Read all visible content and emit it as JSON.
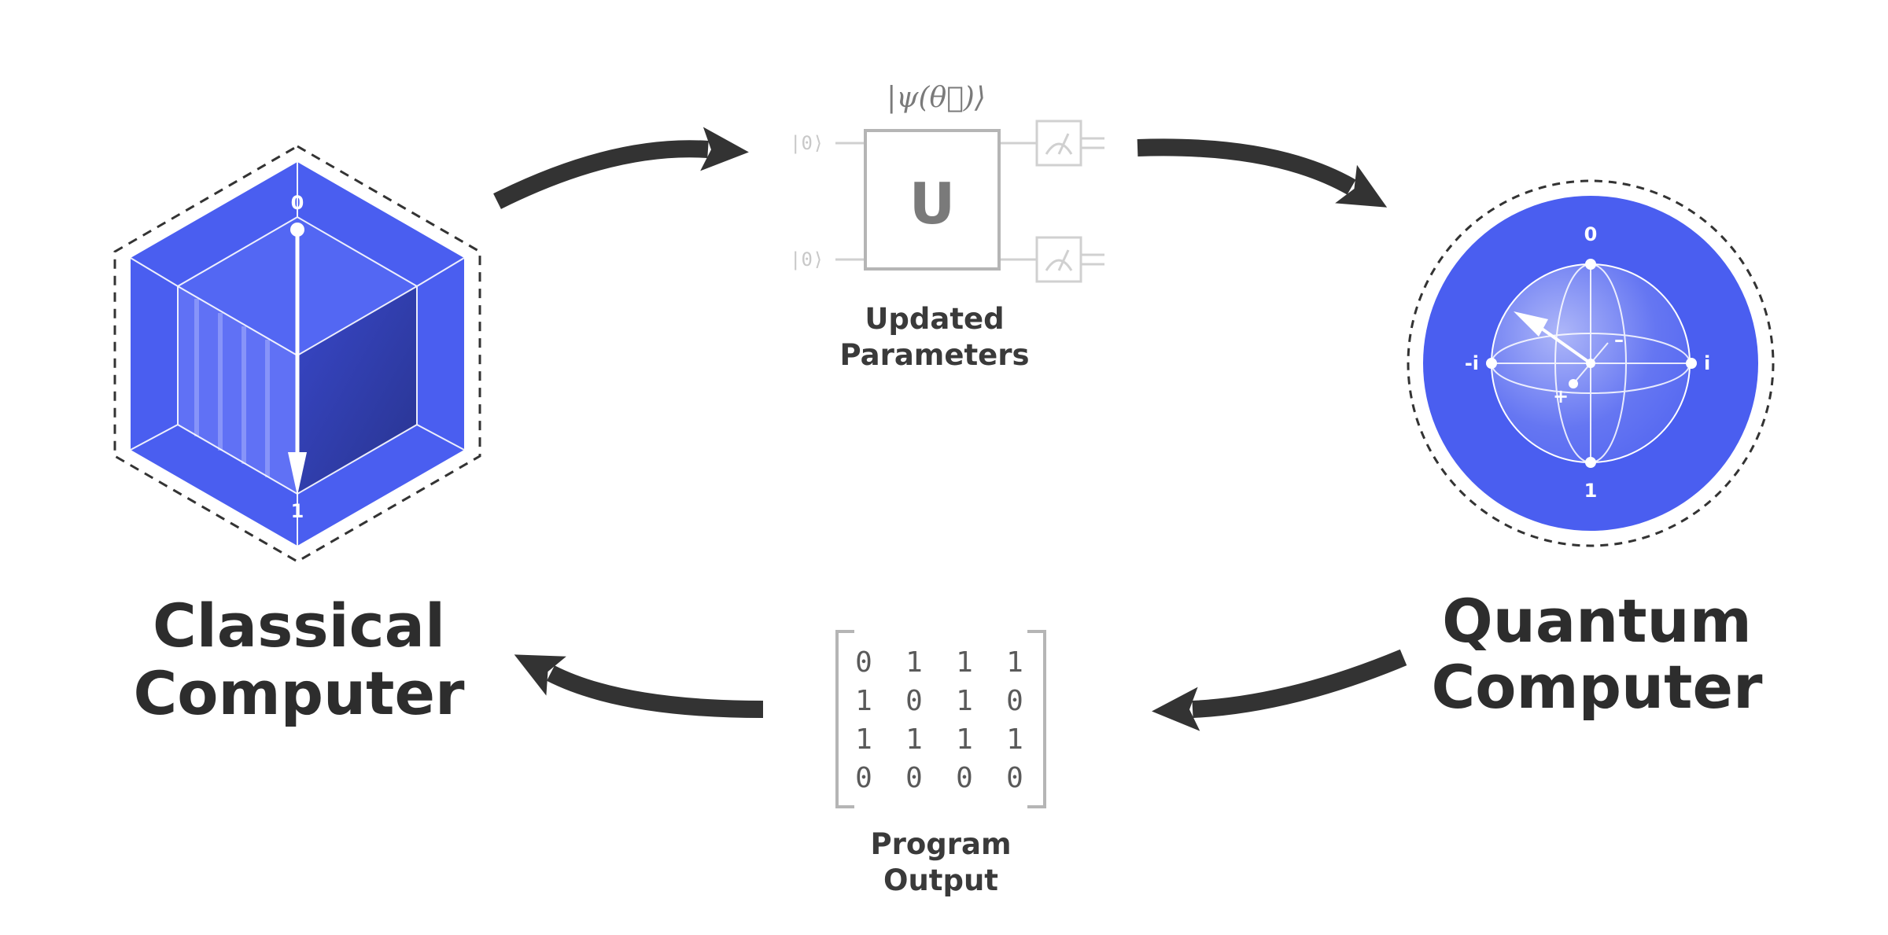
{
  "classical": {
    "title_line1": "Classical",
    "title_line2": "Computer",
    "top_label": "0",
    "bottom_label": "1"
  },
  "quantum": {
    "title_line1": "Quantum",
    "title_line2": "Computer",
    "label_top": "0",
    "label_bottom": "1",
    "label_left": "-i",
    "label_right": "i",
    "label_plus": "+",
    "label_minus": "–"
  },
  "circuit": {
    "state_label": "|ψ(θ⃗)⟩",
    "gate_label": "U",
    "input_ket_top": "|0⟩",
    "input_ket_bottom": "|0⟩",
    "caption_line1": "Updated",
    "caption_line2": "Parameters"
  },
  "output": {
    "matrix": [
      [
        "0",
        "1",
        "1",
        "1"
      ],
      [
        "1",
        "0",
        "1",
        "0"
      ],
      [
        "1",
        "1",
        "1",
        "1"
      ],
      [
        "0",
        "0",
        "0",
        "0"
      ]
    ],
    "caption_line1": "Program",
    "caption_line2": "Output"
  },
  "colors": {
    "accent": "#4a5ef0",
    "arrow": "#333333",
    "text": "#2d2d2d",
    "circuit_gray": "#b5b5b5"
  }
}
